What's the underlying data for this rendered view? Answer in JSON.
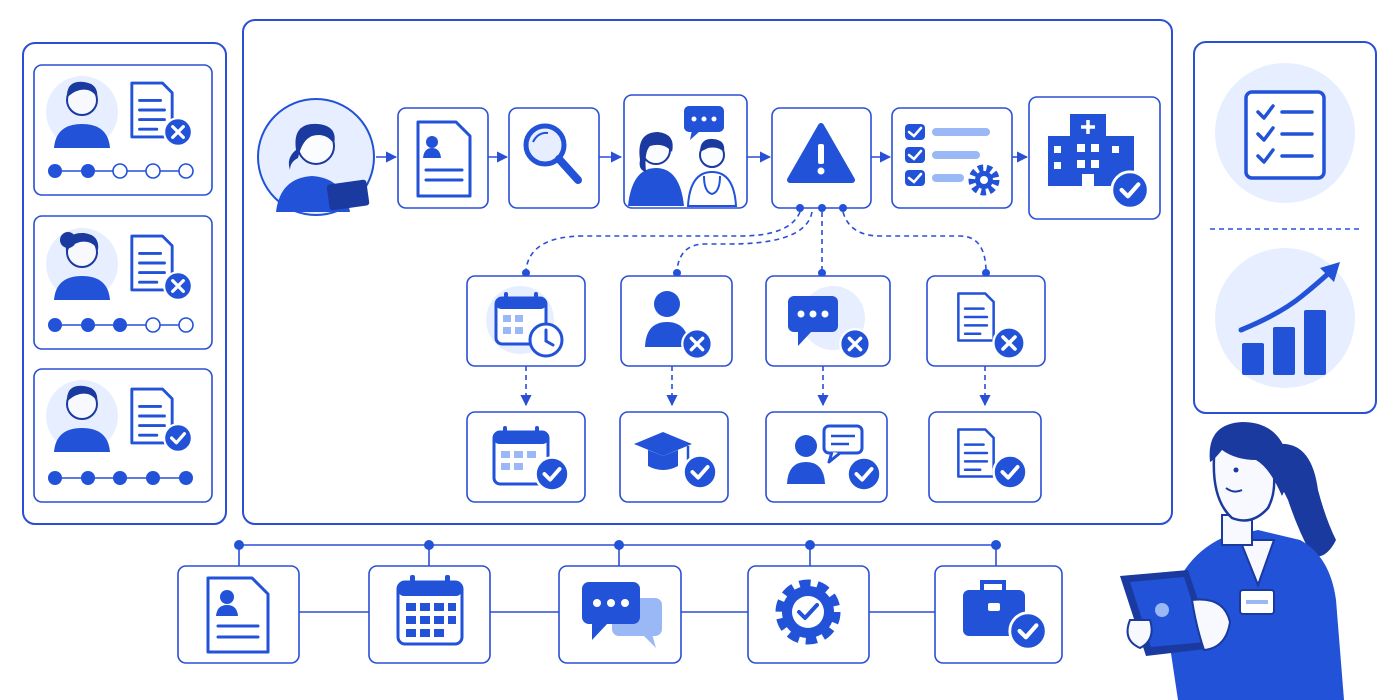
{
  "colors": {
    "primary": "#2152d8",
    "accent_light": "#e6eeff",
    "accent_mid": "#9ab8f5",
    "background": "#ffffff"
  },
  "candidates": [
    {
      "icon": "male-candidate-avatar",
      "status": "rejected",
      "progress_steps_completed": 2,
      "progress_steps_total": 5
    },
    {
      "icon": "female-candidate-avatar",
      "status": "rejected",
      "progress_steps_completed": 3,
      "progress_steps_total": 5
    },
    {
      "icon": "male-candidate-avatar",
      "status": "accepted",
      "progress_steps_completed": 5,
      "progress_steps_total": 5
    }
  ],
  "main_flow": {
    "steps": [
      "nurse-applicant",
      "resume",
      "screening-search",
      "interview",
      "issue-alert",
      "checklist-settings",
      "hospital-approved"
    ],
    "issue_branches": [
      {
        "problem": "scheduling-conflict",
        "resolution": "scheduled-confirmed"
      },
      {
        "problem": "candidate-rejected",
        "resolution": "training-completed"
      },
      {
        "problem": "communication-failed",
        "resolution": "feedback-given"
      },
      {
        "problem": "document-rejected",
        "resolution": "document-approved"
      }
    ]
  },
  "bottom_pipeline": [
    "resume",
    "calendar",
    "chat",
    "settings-approved",
    "job-offer-approved"
  ],
  "right_panel": [
    "checklist",
    "growth-chart"
  ]
}
